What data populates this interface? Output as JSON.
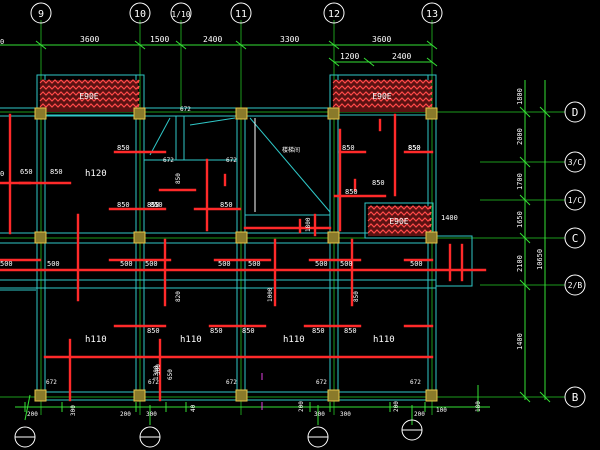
{
  "colors": {
    "background": "#000000",
    "grid_line": "#1d9a1d",
    "dimension": "#35e035",
    "beam_outline": "#2fc8c8",
    "column": "#e6c44a",
    "rebar": "#ff2a2a",
    "white_text": "#ffffff",
    "magenta": "#e040e0"
  },
  "axes_top": [
    {
      "id": "ax-9",
      "label": "9"
    },
    {
      "id": "ax-10",
      "label": "10"
    },
    {
      "id": "ax-1_10",
      "label": "1/10"
    },
    {
      "id": "ax-11",
      "label": "11"
    },
    {
      "id": "ax-12",
      "label": "12"
    },
    {
      "id": "ax-13",
      "label": "13"
    }
  ],
  "axes_right": [
    {
      "id": "ax-D",
      "label": "D"
    },
    {
      "id": "ax-3_C",
      "label": "3/C"
    },
    {
      "id": "ax-1_C",
      "label": "1/C"
    },
    {
      "id": "ax-C",
      "label": "C"
    },
    {
      "id": "ax-2_B",
      "label": "2/B"
    },
    {
      "id": "ax-B",
      "label": "B"
    }
  ],
  "top_dims": [
    "3600",
    "1500",
    "2400",
    "3300",
    "3600"
  ],
  "top_sub_dims": [
    "1200",
    "2400"
  ],
  "right_dims": [
    "1800",
    "2000",
    "1700",
    "1650",
    "2100",
    "1400"
  ],
  "right_total": "10650",
  "hatch_labels": [
    "E90E",
    "E90E",
    "E90E"
  ],
  "slab_labels": [
    "h120",
    "h110",
    "h110",
    "h110",
    "h110"
  ],
  "rebar_labels": {
    "r1": [
      "850",
      "850",
      "850",
      "650",
      "850",
      "850",
      "850",
      "850",
      "850",
      "850",
      "850",
      "850"
    ],
    "r2": [
      "500",
      "500",
      "500",
      "500",
      "500",
      "500",
      "500",
      "500",
      "500"
    ],
    "r3": [
      "850",
      "850",
      "850",
      "850",
      "850"
    ]
  },
  "small_labels": [
    "672",
    "672",
    "672",
    "672",
    "672",
    "672",
    "672",
    "672"
  ],
  "misc_labels": {
    "stair_note": "楼梯间",
    "dim_1400": "1400",
    "dim_1800": "1800",
    "vert_850a": "850",
    "vert_850b": "850",
    "vert_820": "820",
    "vert_1000": "1000",
    "vert_650": "650",
    "vert_1380": "1380"
  },
  "bottom_dims": [
    "200",
    "300",
    "300",
    "200",
    "300",
    "40",
    "100",
    "200",
    "300",
    "200",
    "300",
    "200",
    "180"
  ],
  "left_labels": [
    "0",
    "0",
    "0"
  ]
}
